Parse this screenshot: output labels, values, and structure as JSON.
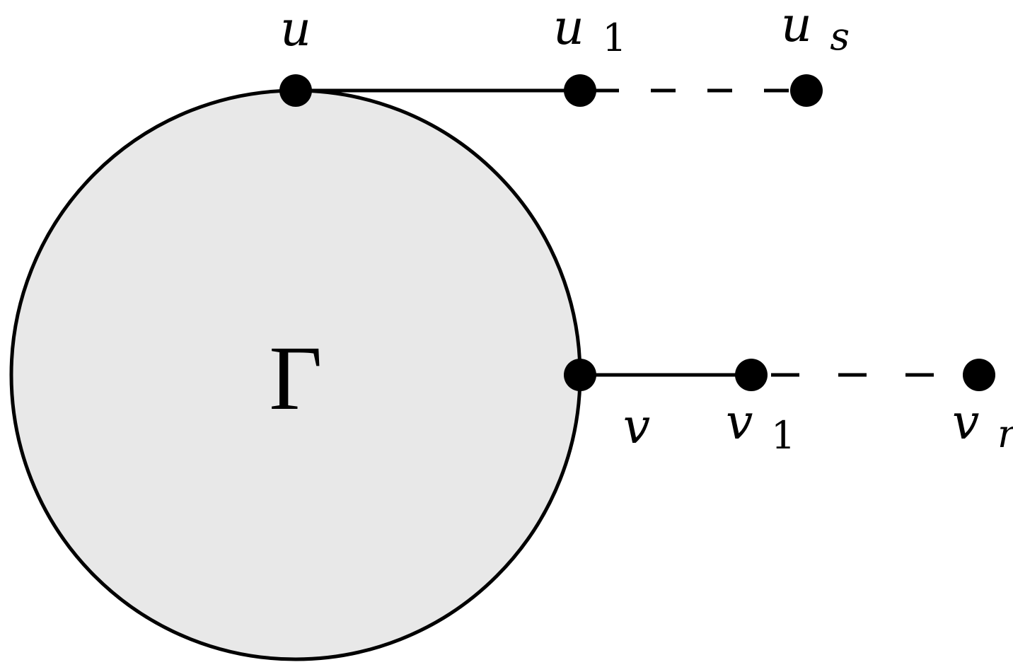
{
  "colors": {
    "circle_fill": "#e8e8e8",
    "stroke": "#000000",
    "vertex": "#000000"
  },
  "region": {
    "label": "Γ"
  },
  "vertices": {
    "u": {
      "base": "u",
      "sub": ""
    },
    "u1": {
      "base": "u",
      "sub": "1"
    },
    "us": {
      "base": "u",
      "sub": "s"
    },
    "v": {
      "base": "v",
      "sub": ""
    },
    "v1": {
      "base": "v",
      "sub": "1"
    },
    "vr": {
      "base": "v",
      "sub": "r"
    }
  },
  "edges": [
    {
      "from": "u",
      "to": "u1",
      "style": "solid"
    },
    {
      "from": "u1",
      "to": "us",
      "style": "dashed"
    },
    {
      "from": "v",
      "to": "v1",
      "style": "solid"
    },
    {
      "from": "v1",
      "to": "vr",
      "style": "dashed"
    }
  ]
}
